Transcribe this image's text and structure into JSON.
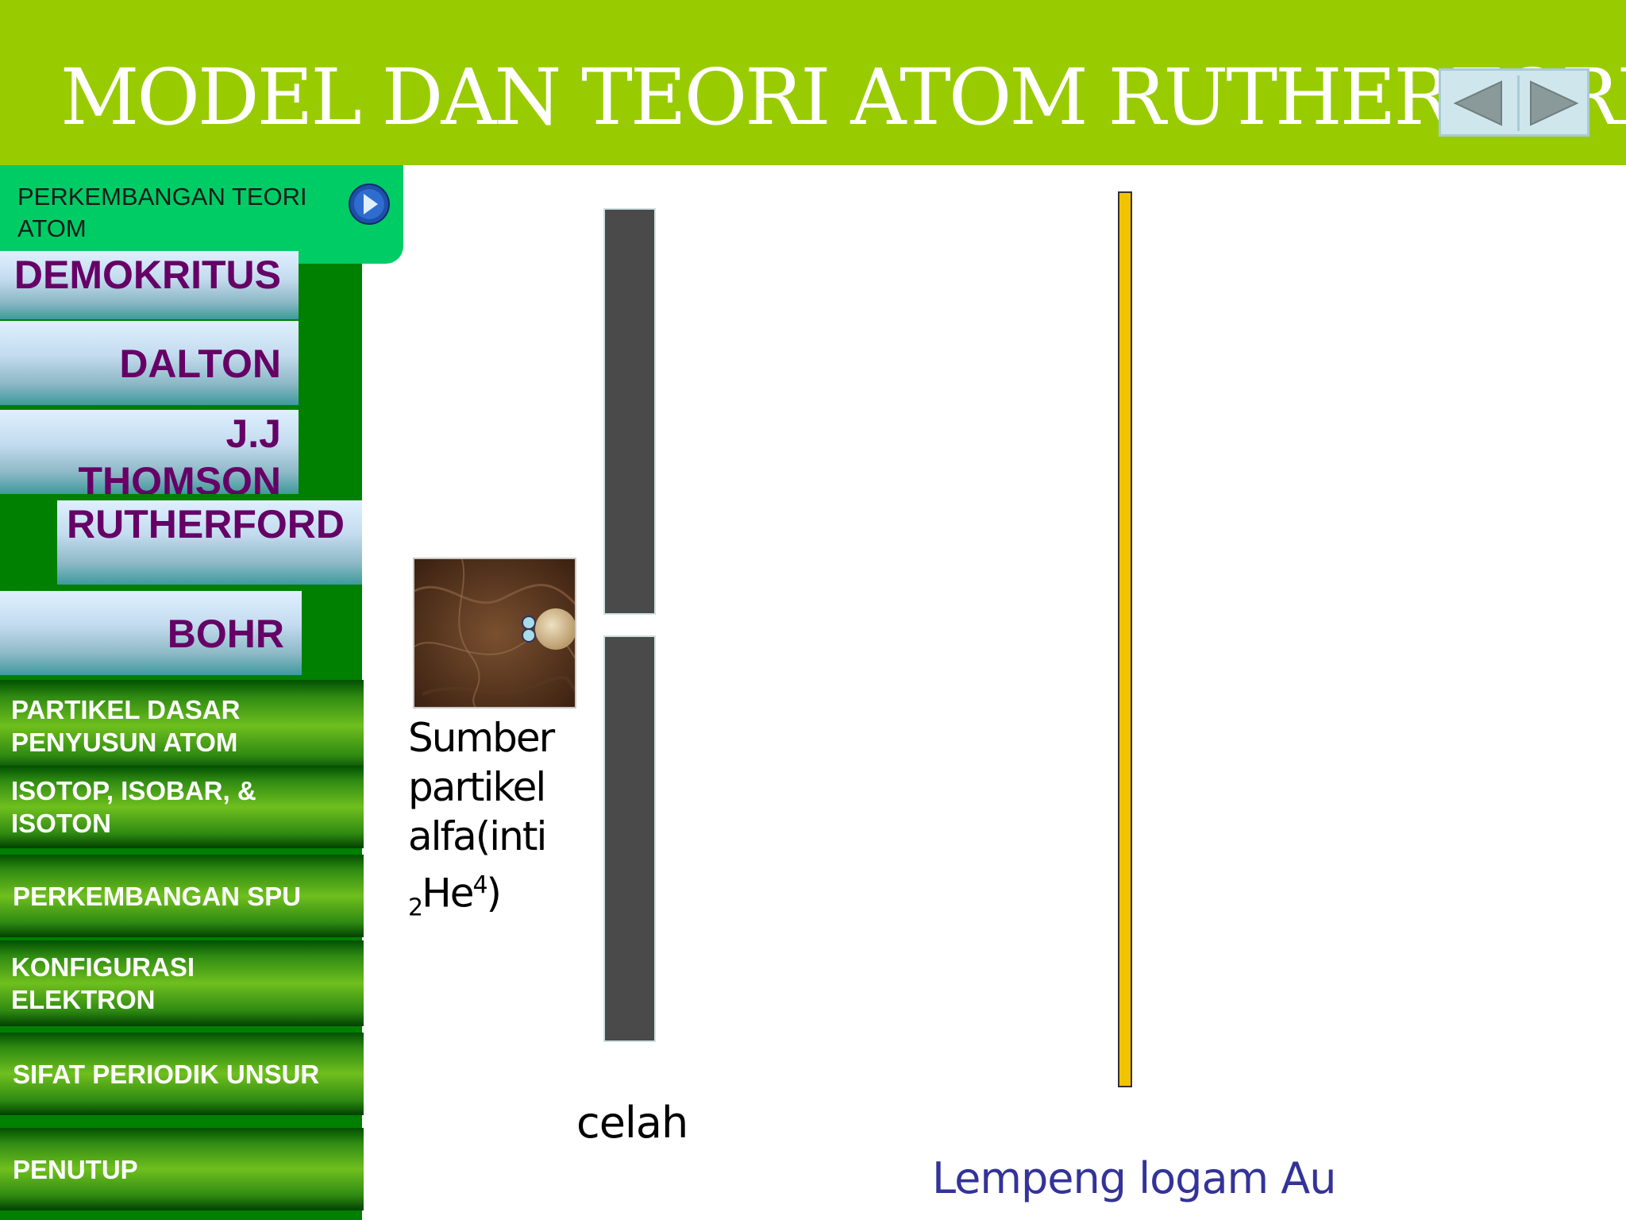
{
  "slide": {
    "title": "MODEL DAN TEORI ATOM RUTHERFORD",
    "nav": {
      "prev_icon": "triangle-left-icon",
      "next_icon": "triangle-right-icon"
    }
  },
  "sidebar": {
    "section": {
      "label": "PERKEMBANGAN TEORI ATOM",
      "icon": "play-arrow-icon"
    },
    "people": [
      {
        "label": "DEMOKRITUS"
      },
      {
        "label": "DALTON"
      },
      {
        "label": "J.J THOMSON"
      },
      {
        "label": "RUTHERFORD"
      },
      {
        "label": "BOHR"
      }
    ],
    "menu": [
      {
        "label": "PARTIKEL DASAR PENYUSUN ATOM"
      },
      {
        "label": "ISOTOP, ISOBAR, & ISOTON"
      },
      {
        "label": "PERKEMBANGAN SPU"
      },
      {
        "label": "KONFIGURASI ELEKTRON"
      },
      {
        "label": "SIFAT PERIODIK UNSUR"
      },
      {
        "label": "PENUTUP"
      }
    ]
  },
  "diagram": {
    "source_label": "Sumber partikel alfa(inti",
    "source_sub": "2",
    "source_element": "He",
    "source_sup": "4",
    "source_close": ")",
    "slit_label": "celah",
    "foil_label": "Lempeng logam Au"
  },
  "colors": {
    "title_bar": "#99cc00",
    "sidebar": "#008000",
    "section_header": "#00cc66",
    "person_text": "#660066",
    "foil": "#f2c300",
    "foil_label": "#333399"
  }
}
